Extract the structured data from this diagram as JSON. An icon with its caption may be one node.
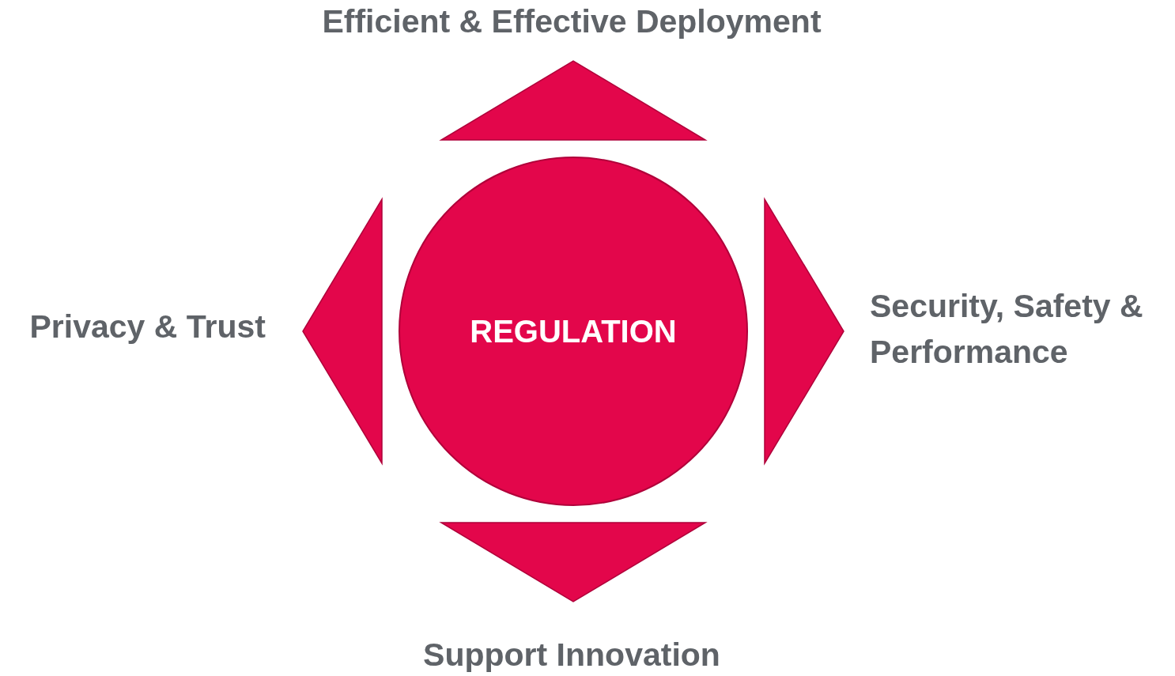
{
  "diagram": {
    "nodes": [
      {
        "text": [
          "Efficient & Effective Deployment"
        ]
      },
      {
        "text": [
          "Privacy & Trust"
        ]
      },
      {
        "text": [
          "REGULATION"
        ]
      },
      {
        "text": [
          "Security, Safety & Performance"
        ]
      },
      {
        "text": [
          "Support Innovation"
        ]
      }
    ],
    "edges": [
      {
        "from": 2,
        "to": 0,
        "arrow": "to"
      },
      {
        "from": 2,
        "to": 1,
        "arrow": "to"
      },
      {
        "from": 2,
        "to": 3,
        "arrow": "to"
      },
      {
        "from": 2,
        "to": 4,
        "arrow": "to"
      }
    ]
  }
}
